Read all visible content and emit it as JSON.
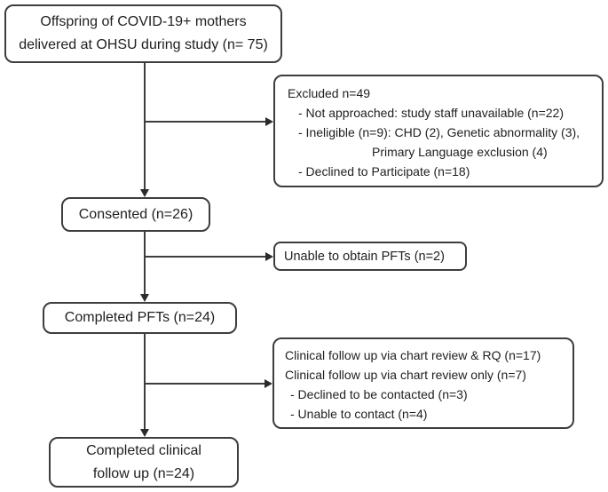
{
  "diagram": {
    "type": "study-flowchart",
    "colors": {
      "border": "#3d3d3d",
      "text": "#1f1f1f",
      "background": "#ffffff"
    },
    "boxes": {
      "offspring": {
        "lines": [
          "Offspring of COVID-19+ mothers",
          "delivered at OHSU during study (n= 75)"
        ]
      },
      "excluded": {
        "lines": [
          "Excluded n=49",
          "- Not approached: study staff unavailable (n=22)",
          "- Ineligible (n=9): CHD (2), Genetic abnormality (3),",
          "Primary Language exclusion (4)",
          "- Declined to Participate (n=18)"
        ]
      },
      "consented": {
        "label": "Consented (n=26)"
      },
      "unable_pfts": {
        "label": "Unable to obtain PFTs (n=2)"
      },
      "completed_pfts": {
        "label": "Completed PFTs (n=24)"
      },
      "clinical_followup": {
        "lines": [
          "Clinical follow up via chart review & RQ (n=17)",
          "Clinical follow up via chart review only (n=7)",
          "- Declined to be contacted (n=3)",
          "- Unable to contact (n=4)"
        ]
      },
      "completed_clinical": {
        "lines": [
          "Completed clinical",
          "follow up (n=24)"
        ]
      }
    }
  }
}
